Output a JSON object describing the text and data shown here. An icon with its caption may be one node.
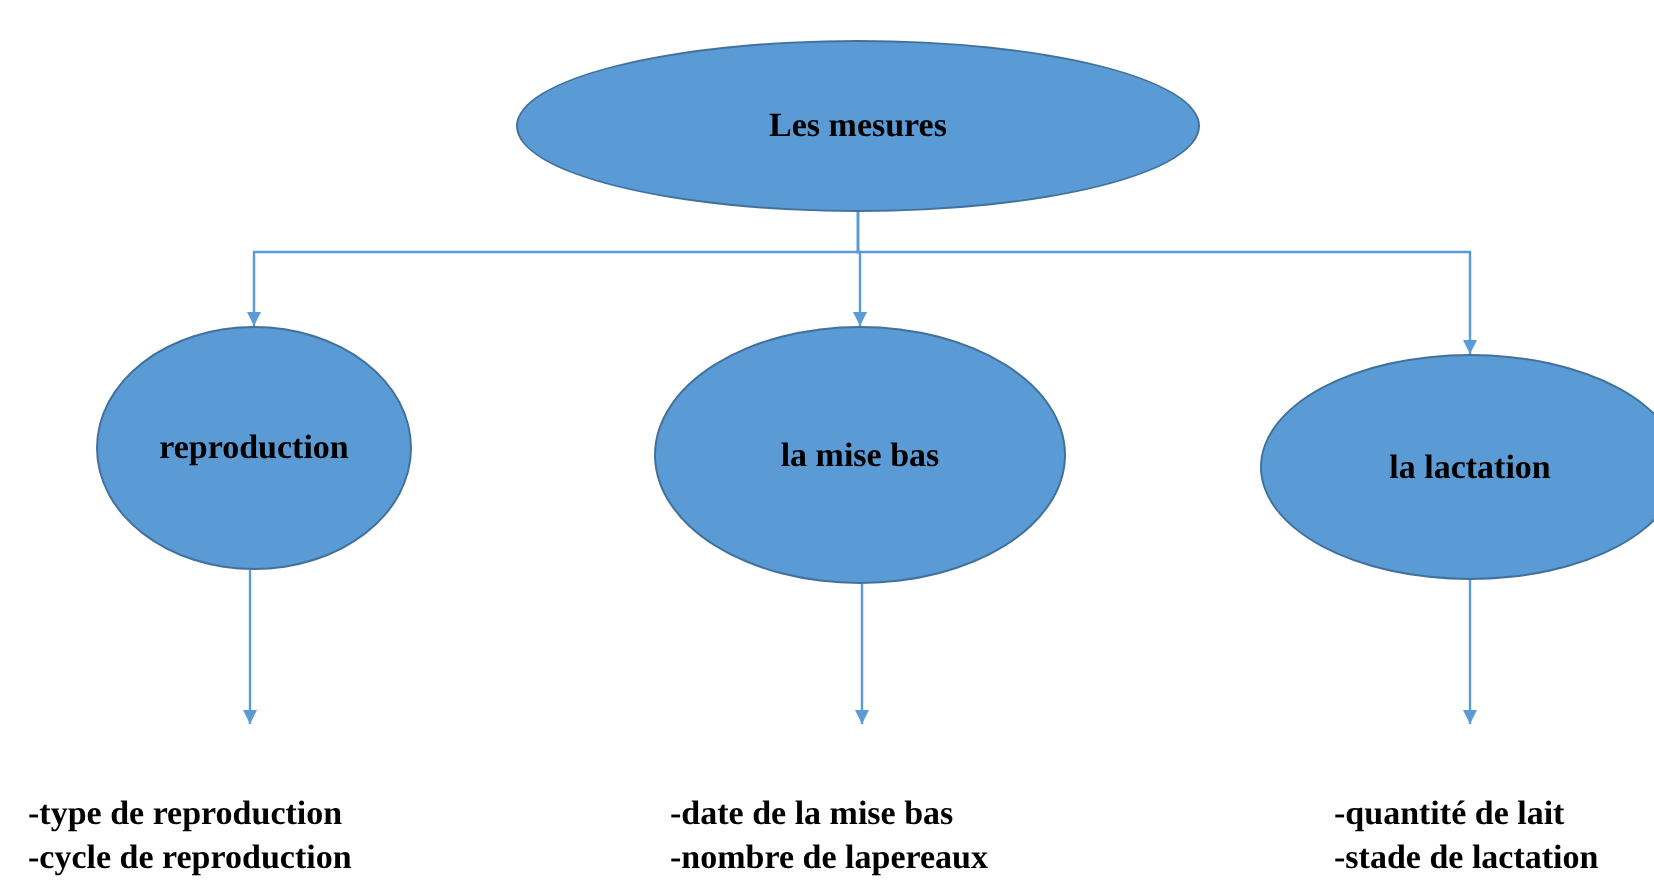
{
  "diagram": {
    "nodes": [
      {
        "text": [
          "Les mesures"
        ]
      },
      {
        "text": [
          "reproduction"
        ]
      },
      {
        "text": [
          "la mise bas"
        ]
      },
      {
        "text": [
          "la lactation"
        ]
      },
      {
        "text": [
          "-type de reproduction",
          "-cycle de reproduction"
        ]
      },
      {
        "text": [
          "-date de la mise bas",
          "-nombre de lapereaux"
        ]
      },
      {
        "text": [
          "-quantité de lait",
          "-stade de lactation"
        ]
      }
    ],
    "edges": [
      {
        "from": 0,
        "to": 1,
        "arrow": "to"
      },
      {
        "from": 0,
        "to": 2,
        "arrow": "to"
      },
      {
        "from": 0,
        "to": 3,
        "arrow": "to"
      },
      {
        "from": 1,
        "to": 4,
        "arrow": "to"
      },
      {
        "from": 2,
        "to": 5,
        "arrow": "to"
      },
      {
        "from": 3,
        "to": 6,
        "arrow": "to"
      }
    ]
  }
}
